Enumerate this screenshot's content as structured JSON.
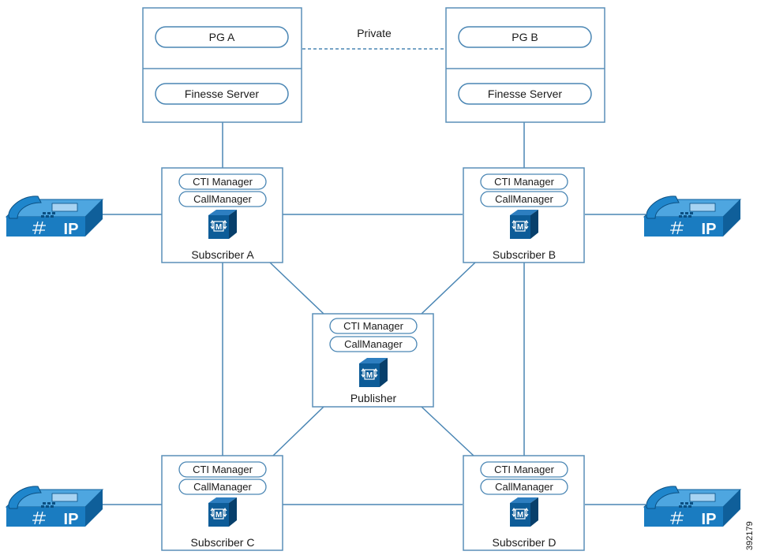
{
  "pg_a": {
    "label": "PG A",
    "server_label": "Finesse Server"
  },
  "pg_b": {
    "label": "PG B",
    "server_label": "Finesse Server"
  },
  "private_link_label": "Private",
  "nodes": {
    "subscriber_a": {
      "cti": "CTI Manager",
      "cm": "CallManager",
      "name": "Subscriber A"
    },
    "subscriber_b": {
      "cti": "CTI Manager",
      "cm": "CallManager",
      "name": "Subscriber B"
    },
    "publisher": {
      "cti": "CTI Manager",
      "cm": "CallManager",
      "name": "Publisher"
    },
    "subscriber_c": {
      "cti": "CTI Manager",
      "cm": "CallManager",
      "name": "Subscriber C"
    },
    "subscriber_d": {
      "cti": "CTI Manager",
      "cm": "CallManager",
      "name": "Subscriber D"
    }
  },
  "server_icon_letter": "M",
  "phone_label": "IP",
  "figure_id": "392179",
  "colors": {
    "line": "#4a86b4",
    "phone": "#1a7cc1",
    "server": "#0d5c98",
    "box_stroke": "#5a8fb8"
  }
}
